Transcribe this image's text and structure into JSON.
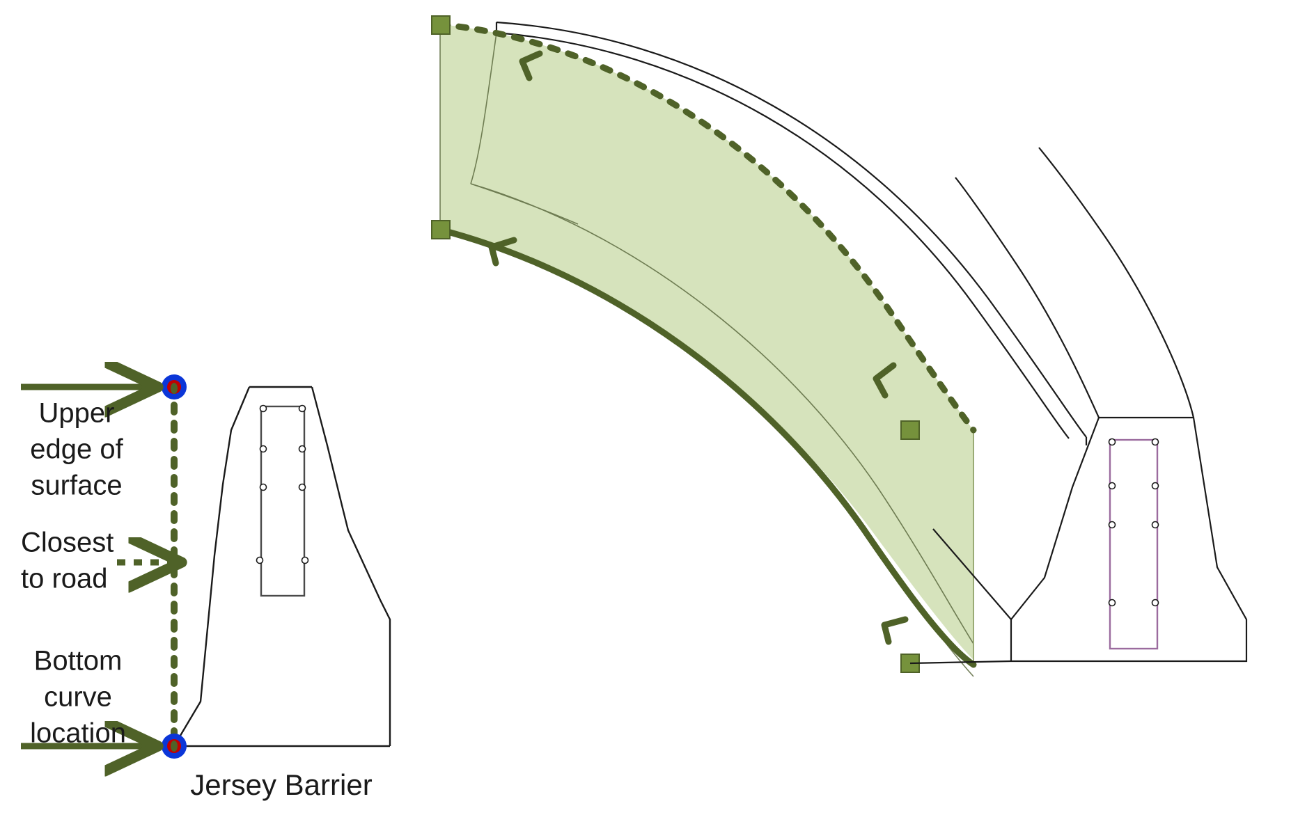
{
  "figure": {
    "type": "technical-diagram",
    "background_color": "#ffffff",
    "title_absent": true
  },
  "colors": {
    "accent_green": "#4F6228",
    "surface_fill": "#D6E3BC",
    "surface_fill_opacity": "1",
    "handle_green": "#76923C",
    "handle_stroke": "#4F6228",
    "outline_black": "#1a1a1a",
    "rebar_purple": "#9B6B9E",
    "marker_blue": "#0B36D8",
    "marker_red": "#C00000",
    "marker_core": "#4F6228",
    "text_color": "#1a1a1a"
  },
  "annotations": {
    "upper_edge": {
      "lines": [
        "Upper",
        "edge of",
        "surface"
      ],
      "arrow_style": "solid",
      "points_to": "top-marker"
    },
    "closest_to_road": {
      "lines": [
        "Closest",
        "to road"
      ],
      "arrow_style": "dashed",
      "points_to": "vertical-dashed-line"
    },
    "bottom_curve": {
      "lines": [
        "Bottom",
        "curve",
        "location"
      ],
      "arrow_style": "solid",
      "points_to": "bottom-marker"
    }
  },
  "captions": {
    "jersey_barrier": "Jersey Barrier"
  },
  "left_panel": {
    "name": "jersey-barrier-cross-section",
    "marker_top_label": "upper edge of surface marker",
    "marker_bottom_label": "bottom curve location marker",
    "dashed_guide_label": "vertical alignment guide"
  },
  "right_panel": {
    "name": "curved-barrier-3d-view",
    "surface_label": "highlighted swept surface",
    "handles_count": 4,
    "handle_label": "selection handle",
    "dotted_edge_label": "upper edge of surface",
    "solid_edge_label": "bottom curve location",
    "direction_arrows": 4,
    "end_profile_label": "jersey barrier end profile"
  }
}
